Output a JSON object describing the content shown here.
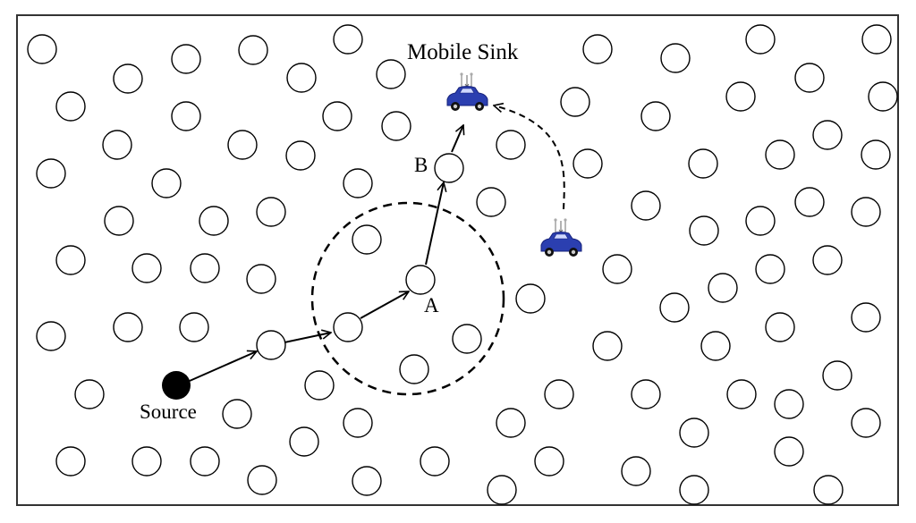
{
  "labels": {
    "mobile_sink": "Mobile Sink",
    "source": "Source",
    "node_a": "A",
    "node_b": "B"
  },
  "icons": {
    "vehicle": "car-with-antenna-icon",
    "source_node": "filled-circle-icon",
    "sensor_node": "circle-outline-icon"
  },
  "colors": {
    "frame": "#333333",
    "node_stroke": "#000000",
    "source_fill": "#000000",
    "car_body": "#2b3fb0",
    "car_dark": "#16217a"
  }
}
